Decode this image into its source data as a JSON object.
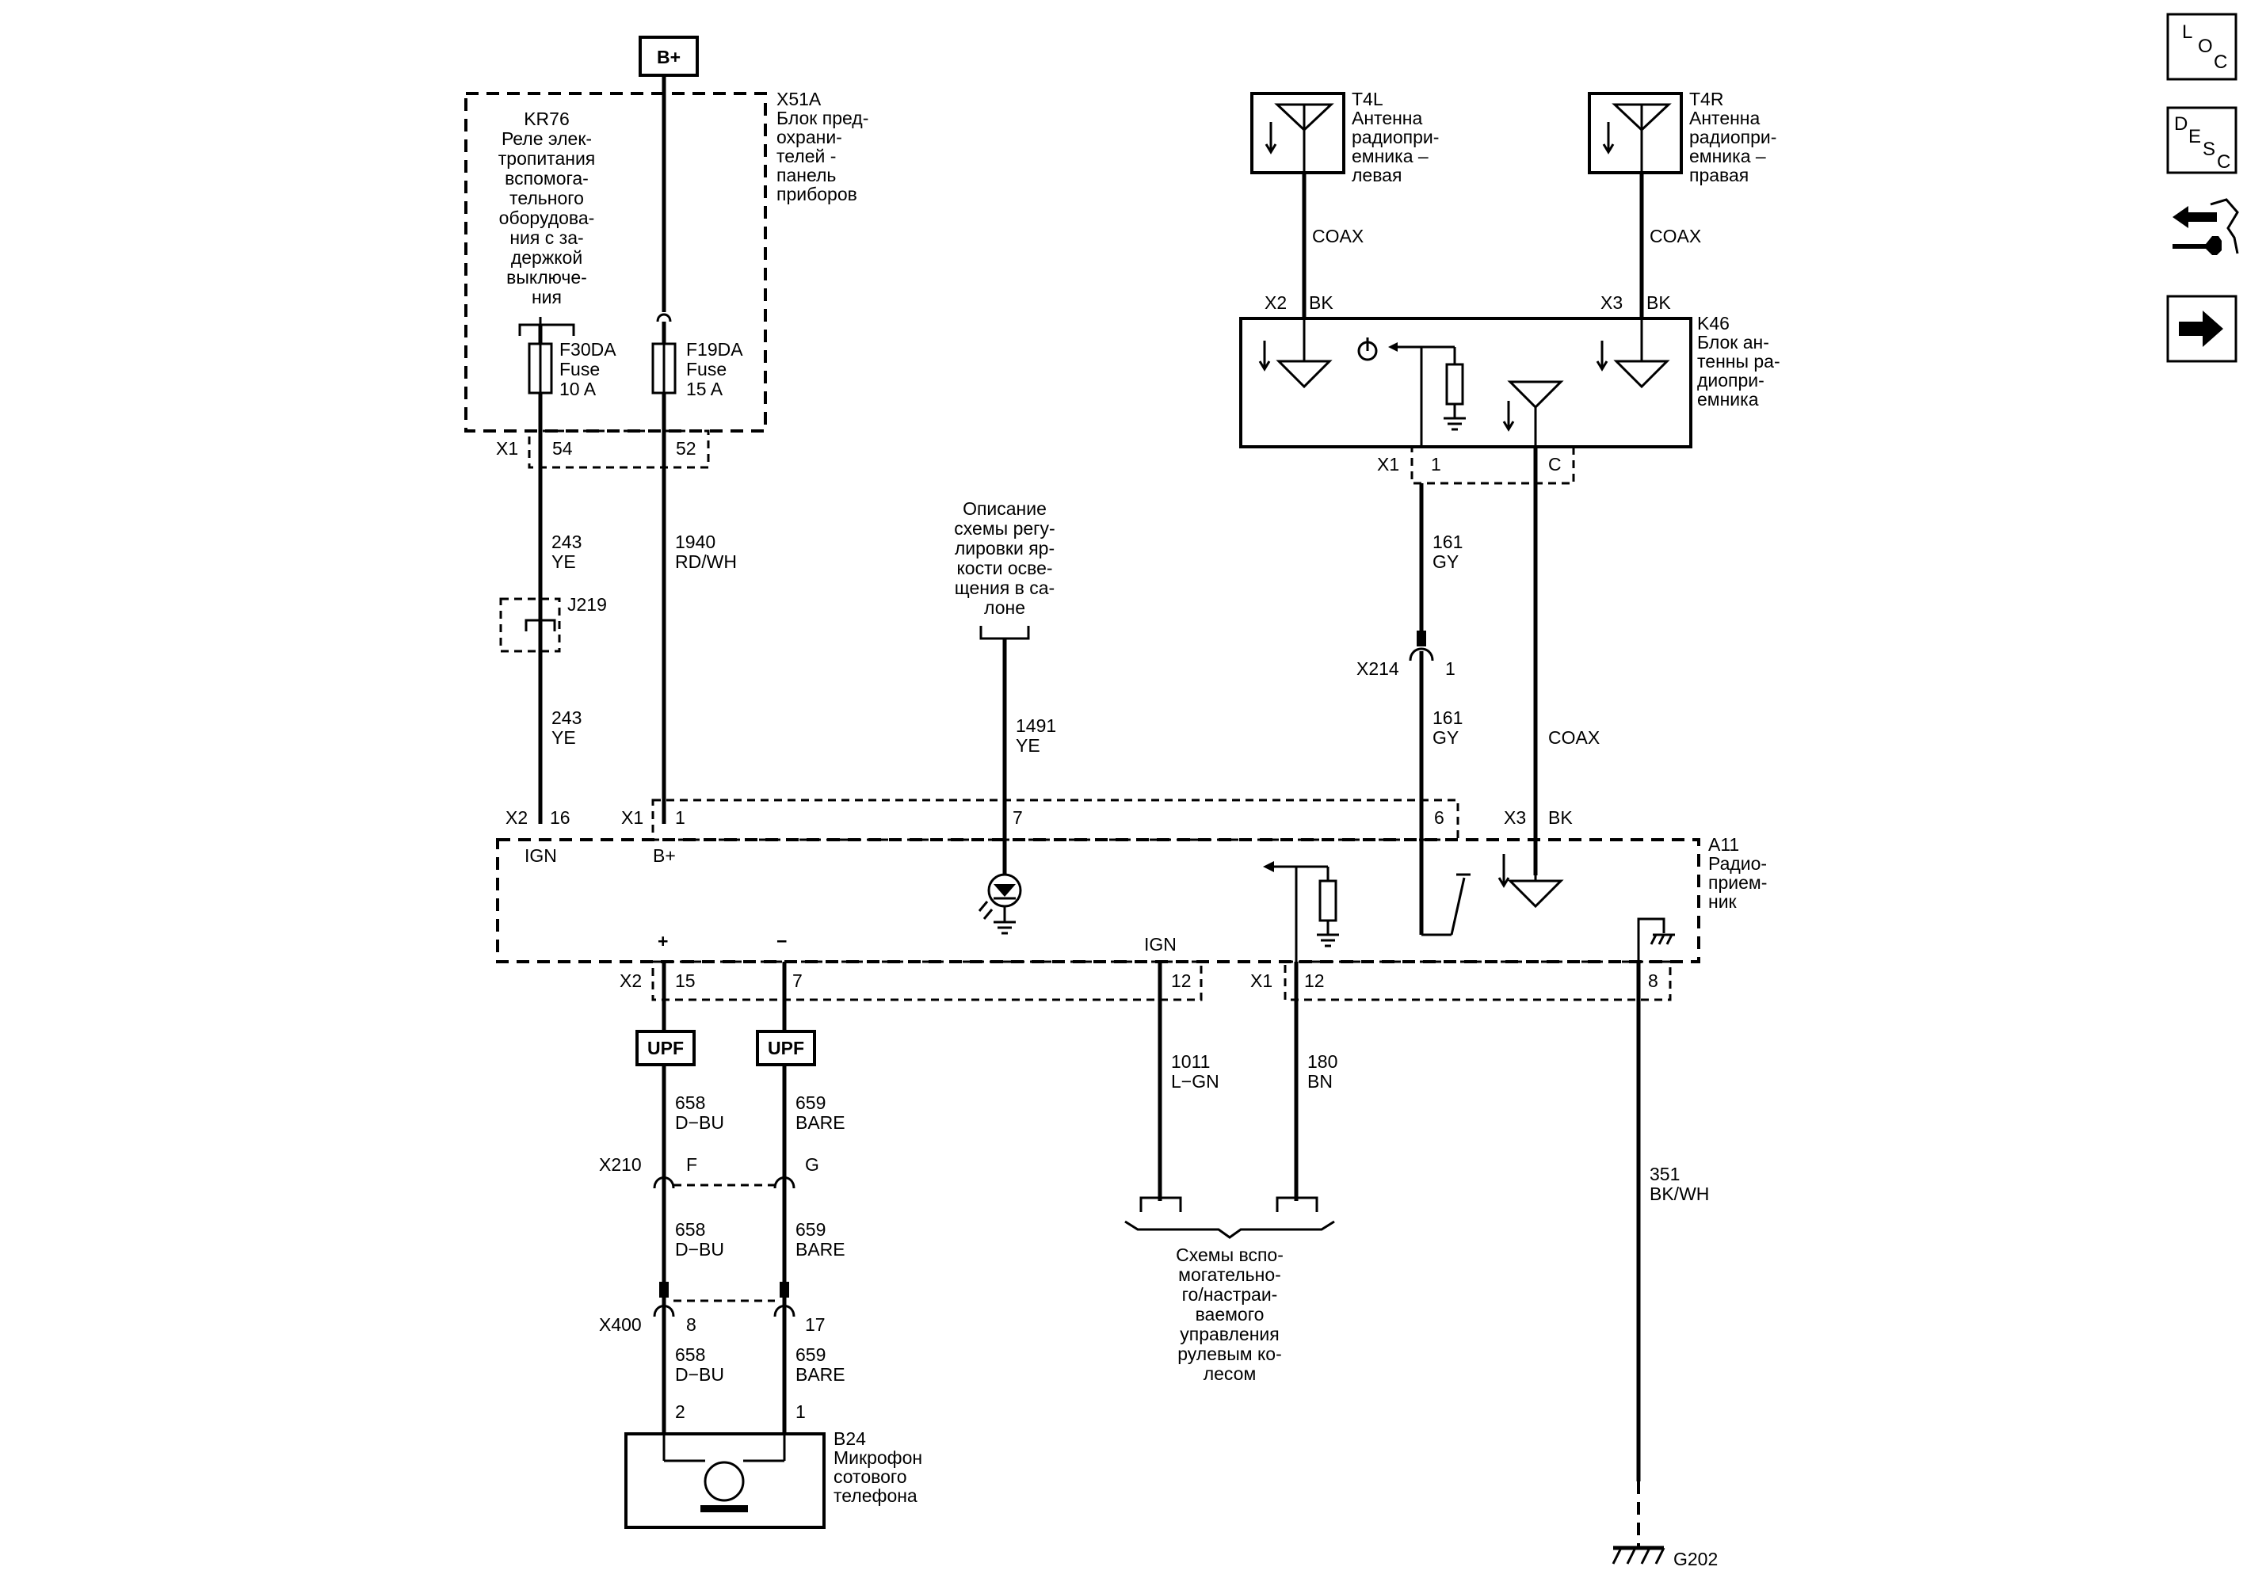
{
  "power": {
    "label": "B+"
  },
  "fuse_block": {
    "id": "X51A",
    "lines": [
      "Блок пред-",
      "охрани-",
      "телей -",
      "панель",
      "приборов"
    ],
    "relay_id": "KR76",
    "relay_lines": [
      "Реле элек-",
      "тропитания",
      "вспомога-",
      "тельного",
      "оборудова-",
      "ния с за-",
      "держкой",
      "выключе-",
      "ния"
    ],
    "fuse_a": {
      "id": "F30DA",
      "type": "Fuse",
      "rating": "10 A",
      "connector": "X1",
      "pin": "54"
    },
    "fuse_b": {
      "id": "F19DA",
      "type": "Fuse",
      "rating": "15 A",
      "pin": "52"
    }
  },
  "wires": {
    "w243_top": {
      "num": "243",
      "color": "YE"
    },
    "w243_bot": {
      "num": "243",
      "color": "YE"
    },
    "w1940": {
      "num": "1940",
      "color": "RD/WH"
    },
    "w1491": {
      "num": "1491",
      "color": "YE"
    },
    "w161_top": {
      "num": "161",
      "color": "GY"
    },
    "w161_bot": {
      "num": "161",
      "color": "GY"
    },
    "coax_mid": "COAX",
    "coax_left": "COAX",
    "coax_right": "COAX",
    "w658_a": {
      "num": "658",
      "color": "D−BU"
    },
    "w658_b": {
      "num": "658",
      "color": "D−BU"
    },
    "w658_c": {
      "num": "658",
      "color": "D−BU"
    },
    "w659_a": {
      "num": "659",
      "color": "BARE"
    },
    "w659_b": {
      "num": "659",
      "color": "BARE"
    },
    "w659_c": {
      "num": "659",
      "color": "BARE"
    },
    "w1011": {
      "num": "1011",
      "color": "L−GN"
    },
    "w180": {
      "num": "180",
      "color": "BN"
    },
    "w351": {
      "num": "351",
      "color": "BK/WH"
    }
  },
  "splice": {
    "id": "J219"
  },
  "reference_dimming": [
    "Описание",
    "схемы регу-",
    "лировки яр-",
    "кости осве-",
    "щения в са-",
    "лоне"
  ],
  "antenna_left": {
    "id": "T4L",
    "lines": [
      "Антенна",
      "радиопри-",
      "емника –",
      "левая"
    ]
  },
  "antenna_right": {
    "id": "T4R",
    "lines": [
      "Антенна",
      "радиопри-",
      "емника –",
      "правая"
    ]
  },
  "antenna_module": {
    "id": "K46",
    "lines": [
      "Блок ан-",
      "тенны ра-",
      "диопри-",
      "емника"
    ],
    "conn_left": "X2",
    "conn_left_color": "BK",
    "conn_right": "X3",
    "conn_right_color": "BK",
    "bottom_conn": "X1",
    "pin_1": "1",
    "pin_c": "C"
  },
  "inline_x214": {
    "id": "X214",
    "pin": "1"
  },
  "radio": {
    "id": "A11",
    "lines": [
      "Радио-",
      "прием-",
      "ник"
    ],
    "top": {
      "x2": "X2",
      "x2_pin": "16",
      "ign": "IGN",
      "x1": "X1",
      "x1_pin": "1",
      "bplus": "B+",
      "pin7": "7",
      "pin6": "6",
      "x3": "X3",
      "x3_color": "BK"
    },
    "bottom": {
      "plus": "+",
      "minus": "−",
      "ign": "IGN",
      "x2": "X2",
      "pin15": "15",
      "pin7": "7",
      "pin12a": "12",
      "x1": "X1",
      "pin12b": "12",
      "pin8": "8"
    }
  },
  "upf_a": "UPF",
  "upf_b": "UPF",
  "inline_x210": {
    "id": "X210",
    "pin_f": "F",
    "pin_g": "G"
  },
  "inline_x400": {
    "id": "X400",
    "pin_a": "8",
    "pin_b": "17"
  },
  "microphone": {
    "id": "B24",
    "lines": [
      "Микрофон",
      "сотового",
      "телефона"
    ],
    "pin2": "2",
    "pin1": "1"
  },
  "steering_ref": [
    "Схемы вспо-",
    "могательно-",
    "го/настраи-",
    "ваемого",
    "управления",
    "рулевым ко-",
    "лесом"
  ],
  "ground": {
    "id": "G202"
  },
  "nav": {
    "loc": {
      "l1": "L",
      "l2": "O",
      "l3": "C"
    },
    "desc": {
      "l1": "D",
      "l2": "E",
      "l3": "S",
      "l4": "C"
    },
    "icons": [
      "loc-icon",
      "desc-icon",
      "connector-repair-icon",
      "next-arrow-icon"
    ]
  }
}
